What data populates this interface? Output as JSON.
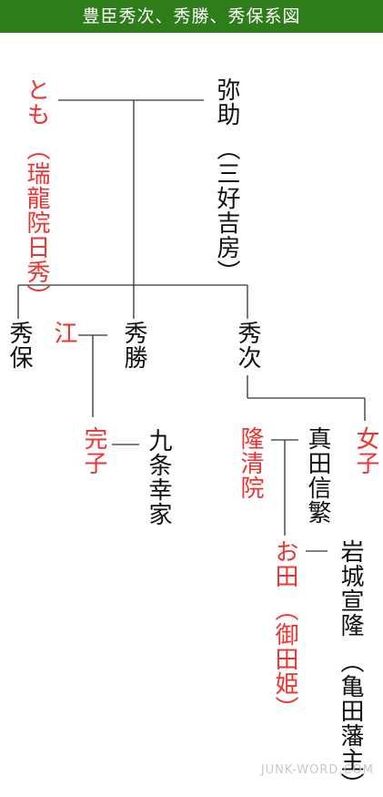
{
  "header": {
    "title": "豊臣秀次、秀勝、秀保系図"
  },
  "colors": {
    "header_bg": "#2e7d1a",
    "male": "#111111",
    "female": "#ee3333",
    "line": "#333333"
  },
  "people": {
    "tomo": {
      "name": "とも",
      "note": "（瑞龍院日秀）"
    },
    "yasuke": {
      "name": "弥助",
      "note": "（三好吉房）"
    },
    "hideyasu": {
      "name": "秀保"
    },
    "go": {
      "name": "江"
    },
    "hidekatsu": {
      "name": "秀勝"
    },
    "hidetsugu": {
      "name": "秀次"
    },
    "sadako": {
      "name": "完子"
    },
    "kujo": {
      "name": "九条幸家"
    },
    "ryuseiin": {
      "name": "隆清院"
    },
    "sanada": {
      "name": "真田信繁"
    },
    "joshi": {
      "name": "女子"
    },
    "oden": {
      "name": "お田",
      "note": "（御田姫）"
    },
    "iwaki": {
      "name": "岩城宣隆",
      "note": "（亀田藩主）"
    }
  },
  "watermark": "JUNK-WORD.COM"
}
